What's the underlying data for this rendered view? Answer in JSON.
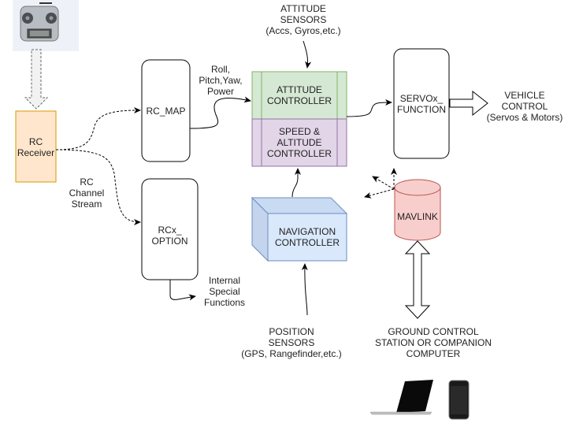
{
  "diagram": {
    "nodes": {
      "rc_transmitter": {
        "label": "",
        "icon": "rc-transmitter-image"
      },
      "rc_receiver": {
        "label_line1": "RC",
        "label_line2": "Receiver",
        "fill": "#ffe6cc",
        "stroke": "#d79b00"
      },
      "rc_map": {
        "label": "RC_MAP"
      },
      "rcx_option": {
        "label_line1": "RCx_",
        "label_line2": "OPTION"
      },
      "attitude_controller": {
        "label_line1": "ATTITUDE",
        "label_line2": "CONTROLLER",
        "fill": "#d5e8d4",
        "stroke": "#82b366"
      },
      "speed_altitude_controller": {
        "label_line1": "SPEED &",
        "label_line2": "ALTITUDE",
        "label_line3": "CONTROLLER",
        "fill": "#e1d5e7",
        "stroke": "#9673a6"
      },
      "servox_function": {
        "label_line1": "SERVOx_",
        "label_line2": "FUNCTION"
      },
      "navigation_controller": {
        "label_line1": "NAVIGATION",
        "label_line2": "CONTROLLER",
        "fill": "#dae8fc",
        "stroke": "#6c8ebf"
      },
      "mavlink": {
        "label": "MAVLINK",
        "fill": "#f8cecc",
        "stroke": "#b85450"
      }
    },
    "labels": {
      "attitude_sensors": [
        "ATTITUDE",
        "SENSORS",
        "(Accs, Gyros,etc.)"
      ],
      "roll_pitch_yaw": [
        "Roll,",
        "Pitch,Yaw,",
        "Power"
      ],
      "vehicle_control": [
        "VEHICLE",
        "CONTROL",
        "(Servos & Motors)"
      ],
      "rc_channel_stream": [
        "RC",
        "Channel",
        "Stream"
      ],
      "internal_special_functions": [
        "Internal",
        "Special",
        "Functions"
      ],
      "position_sensors": [
        "POSITION",
        "SENSORS",
        "(GPS, Rangefinder,etc.)"
      ],
      "ground_control": [
        "GROUND CONTROL",
        "STATION OR COMPANION",
        "COMPUTER"
      ]
    },
    "devices": [
      "laptop-image",
      "phone-image"
    ]
  }
}
